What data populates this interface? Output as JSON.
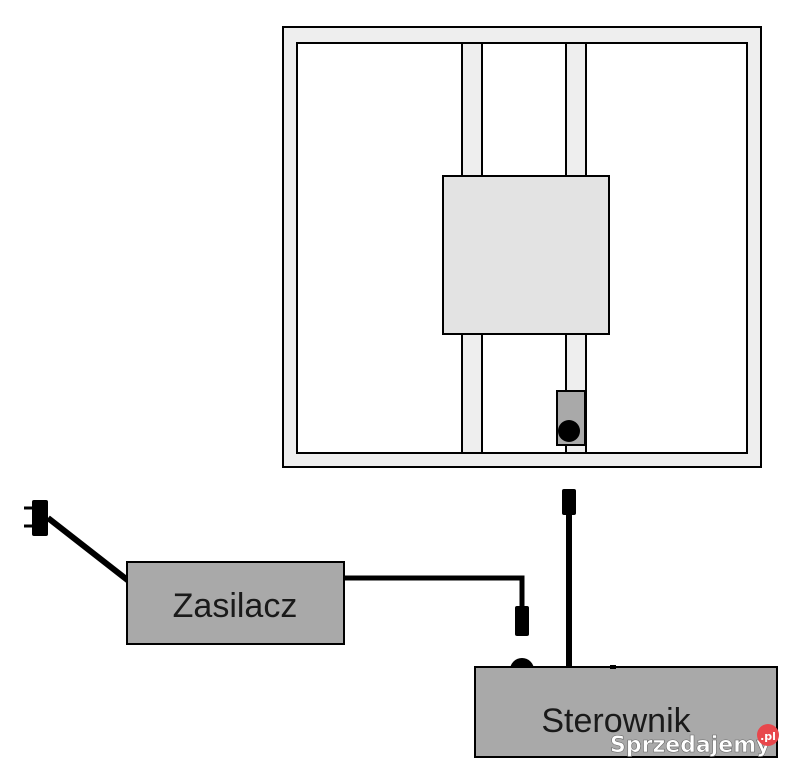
{
  "labels": {
    "power_supply": "Zasilacz",
    "controller": "Sterownik"
  },
  "watermark": {
    "text": "Sprzedajemy",
    "badge": ".pl",
    "color": "#ffffff",
    "badge_color": "#e8474c"
  },
  "colors": {
    "frame_fill": "#eeeeee",
    "panel_fill": "#e3e3e3",
    "box_fill": "#a9a9a9",
    "line": "#000000"
  }
}
